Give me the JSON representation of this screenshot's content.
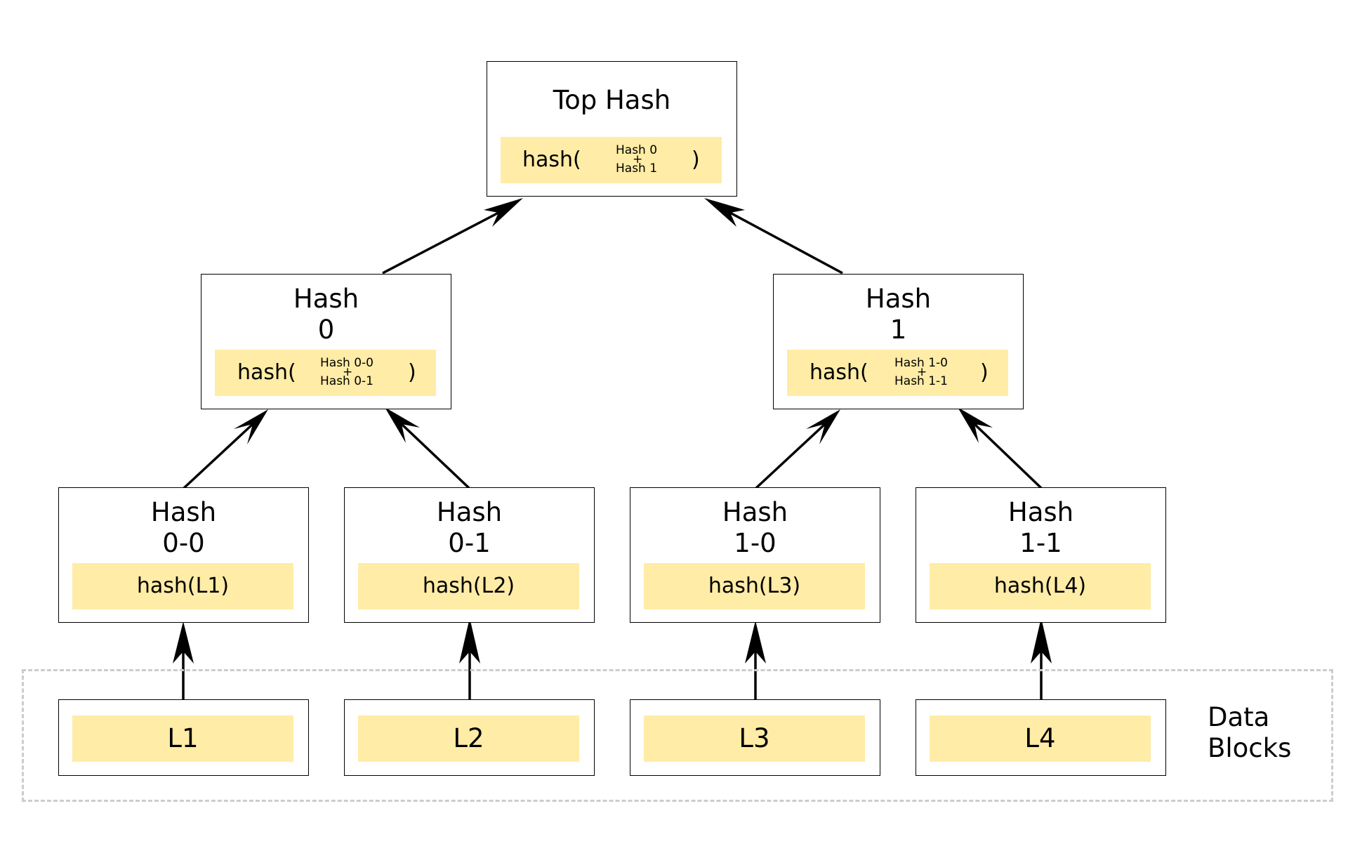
{
  "top": {
    "title": "Top Hash",
    "func": "hash(",
    "line1": "Hash 0",
    "plus": "+",
    "line2": "Hash 1",
    "close": ")"
  },
  "h0": {
    "title1": "Hash",
    "title2": "0",
    "func": "hash(",
    "line1": "Hash 0-0",
    "plus": "+",
    "line2": "Hash 0-1",
    "close": ")"
  },
  "h1": {
    "title1": "Hash",
    "title2": "1",
    "func": "hash(",
    "line1": "Hash 1-0",
    "plus": "+",
    "line2": "Hash 1-1",
    "close": ")"
  },
  "leaves": [
    {
      "title1": "Hash",
      "title2": "0-0",
      "func": "hash(L1)"
    },
    {
      "title1": "Hash",
      "title2": "0-1",
      "func": "hash(L2)"
    },
    {
      "title1": "Hash",
      "title2": "1-0",
      "func": "hash(L3)"
    },
    {
      "title1": "Hash",
      "title2": "1-1",
      "func": "hash(L4)"
    }
  ],
  "blocks": [
    "L1",
    "L2",
    "L3",
    "L4"
  ],
  "data_region": {
    "label1": "Data",
    "label2": "Blocks"
  },
  "colors": {
    "strip": "#ffeca6",
    "border": "#000000",
    "dashed": "#cccccc"
  }
}
